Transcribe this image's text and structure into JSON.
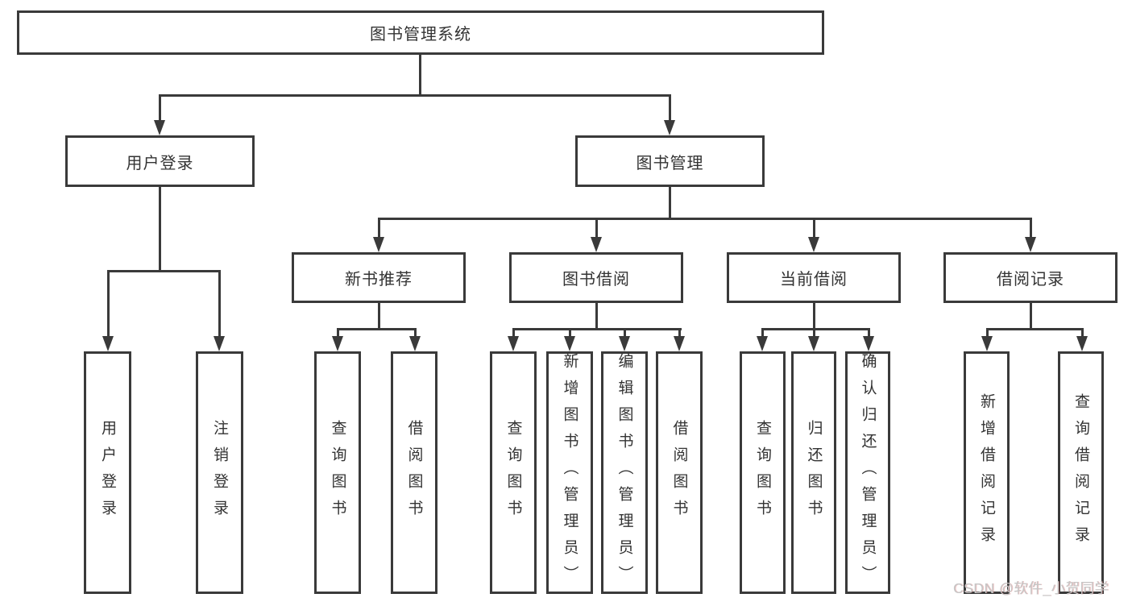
{
  "diagram_title": "图书管理系统",
  "nodes": {
    "root": "图书管理系统",
    "level2": [
      "用户登录",
      "图书管理"
    ],
    "level3": [
      "新书推荐",
      "图书借阅",
      "当前借阅",
      "借阅记录"
    ],
    "leaves_user_login": [
      "用户登录",
      "注销登录"
    ],
    "leaves_new_books": [
      "查询图书",
      "借阅图书"
    ],
    "leaves_book_borrow": [
      "查询图书",
      "新增图书（管理员）",
      "编辑图书（管理员）",
      "借阅图书"
    ],
    "leaves_current_borrow": [
      "查询图书",
      "归还图书",
      "确认归还（管理员）"
    ],
    "leaves_borrow_records": [
      "新增借阅记录",
      "查询借阅记录"
    ]
  },
  "watermark": "CSDN @软件_小贺同学",
  "colors": {
    "line": "#3a3a3a",
    "text": "#333333",
    "box_fill": "#ffffff",
    "watermark": "#c6c6c6"
  }
}
